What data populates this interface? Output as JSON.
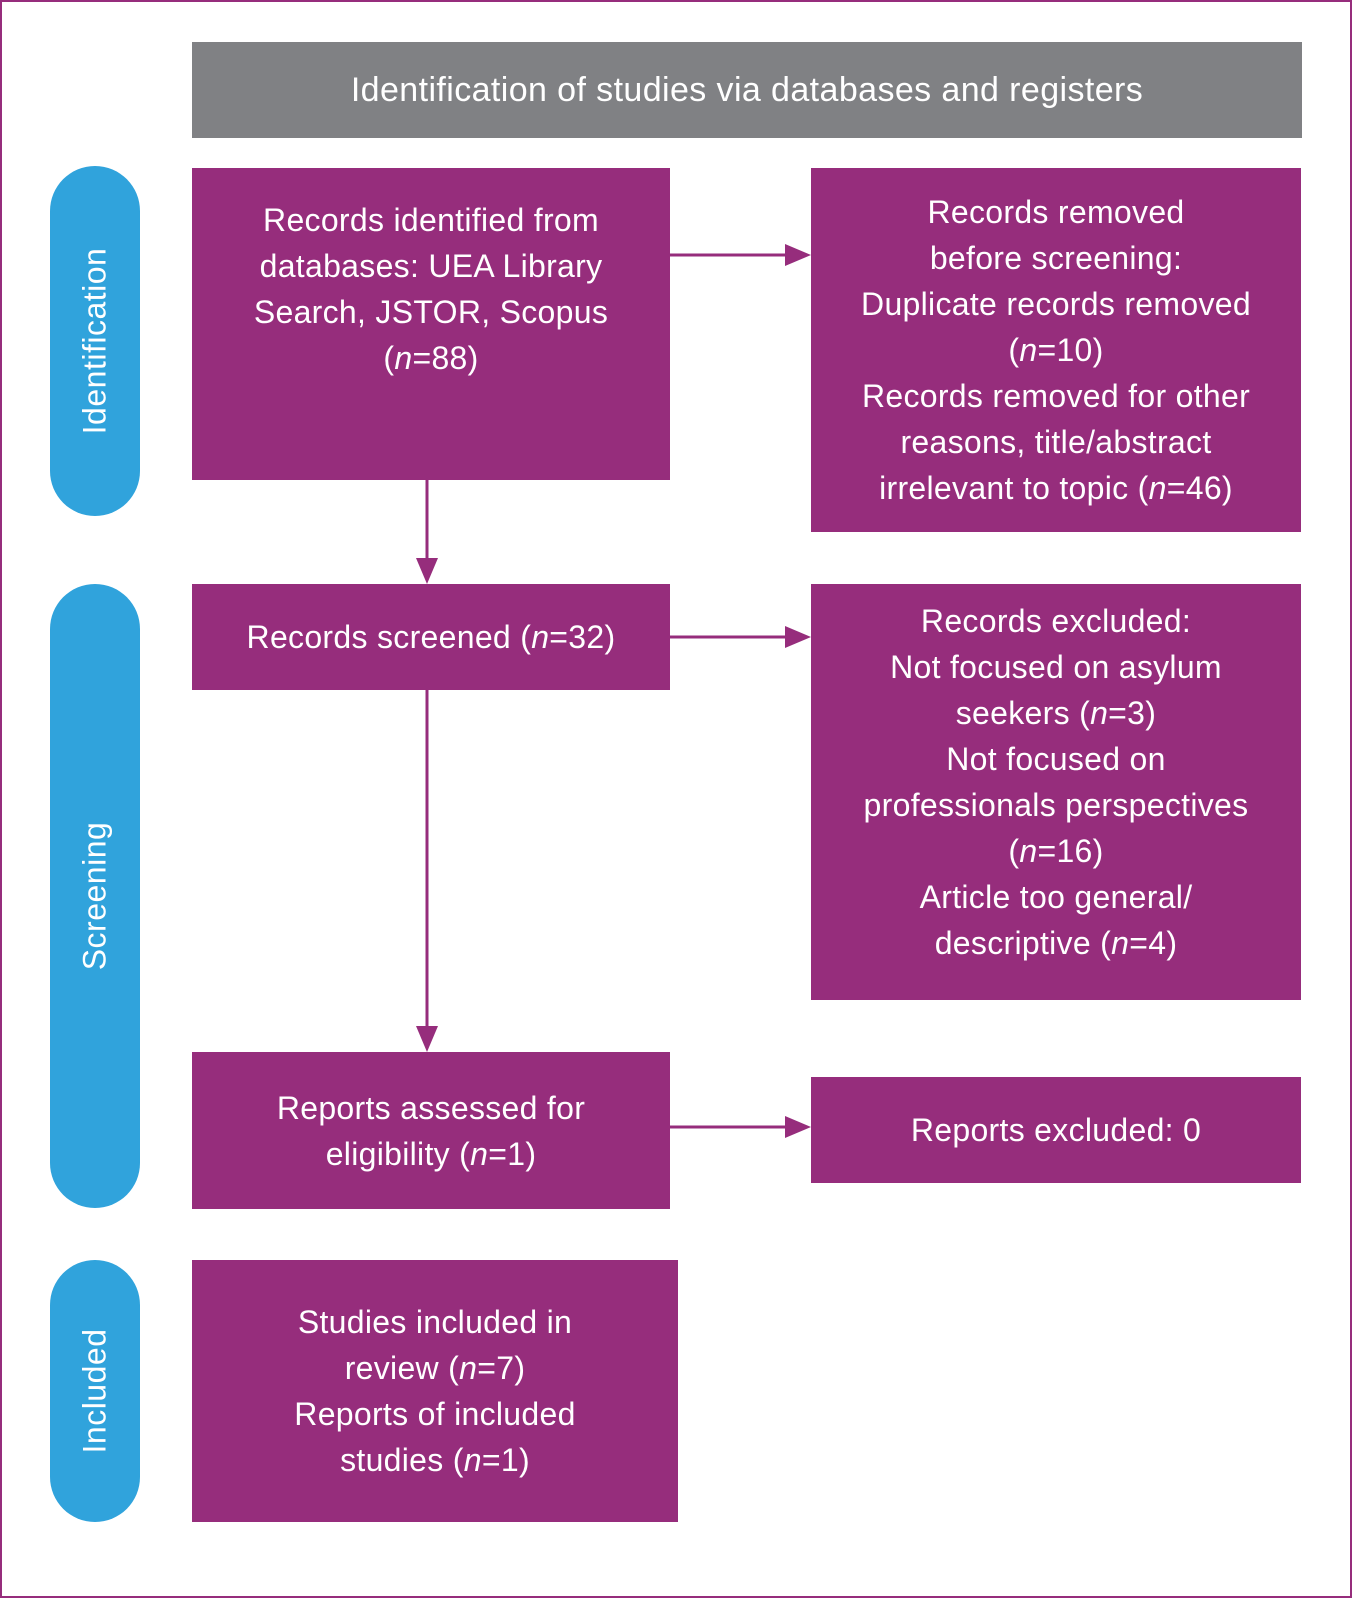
{
  "header": {
    "title": "Identification of studies via databases and registers"
  },
  "phases": {
    "identification": "Identification",
    "screening": "Screening",
    "included": "Included"
  },
  "boxes": {
    "records_identified": [
      "Records identified from",
      "databases: UEA Library",
      "Search, JSTOR, Scopus",
      "(n=88)"
    ],
    "records_removed": [
      "Records removed",
      "before screening:",
      "Duplicate records removed",
      "(n=10)",
      "Records removed for other",
      "reasons, title/abstract",
      "irrelevant to topic (n=46)"
    ],
    "records_screened": [
      "Records screened (n=32)"
    ],
    "records_excluded": [
      "Records excluded:",
      "Not focused on asylum",
      "seekers (n=3)",
      "Not focused on",
      "professionals perspectives",
      "(n=16)",
      "Article too general/",
      "descriptive (n=4)"
    ],
    "reports_assessed": [
      "Reports assessed for",
      "eligibility (n=1)"
    ],
    "reports_excluded": [
      "Reports excluded: 0"
    ],
    "studies_included": [
      "Studies included in",
      "review (n=7)",
      "Reports of included",
      "studies (n=1)"
    ]
  },
  "colors": {
    "box": "#962d7c",
    "header": "#808184",
    "phase": "#30a3dc",
    "border": "#962d7c"
  }
}
